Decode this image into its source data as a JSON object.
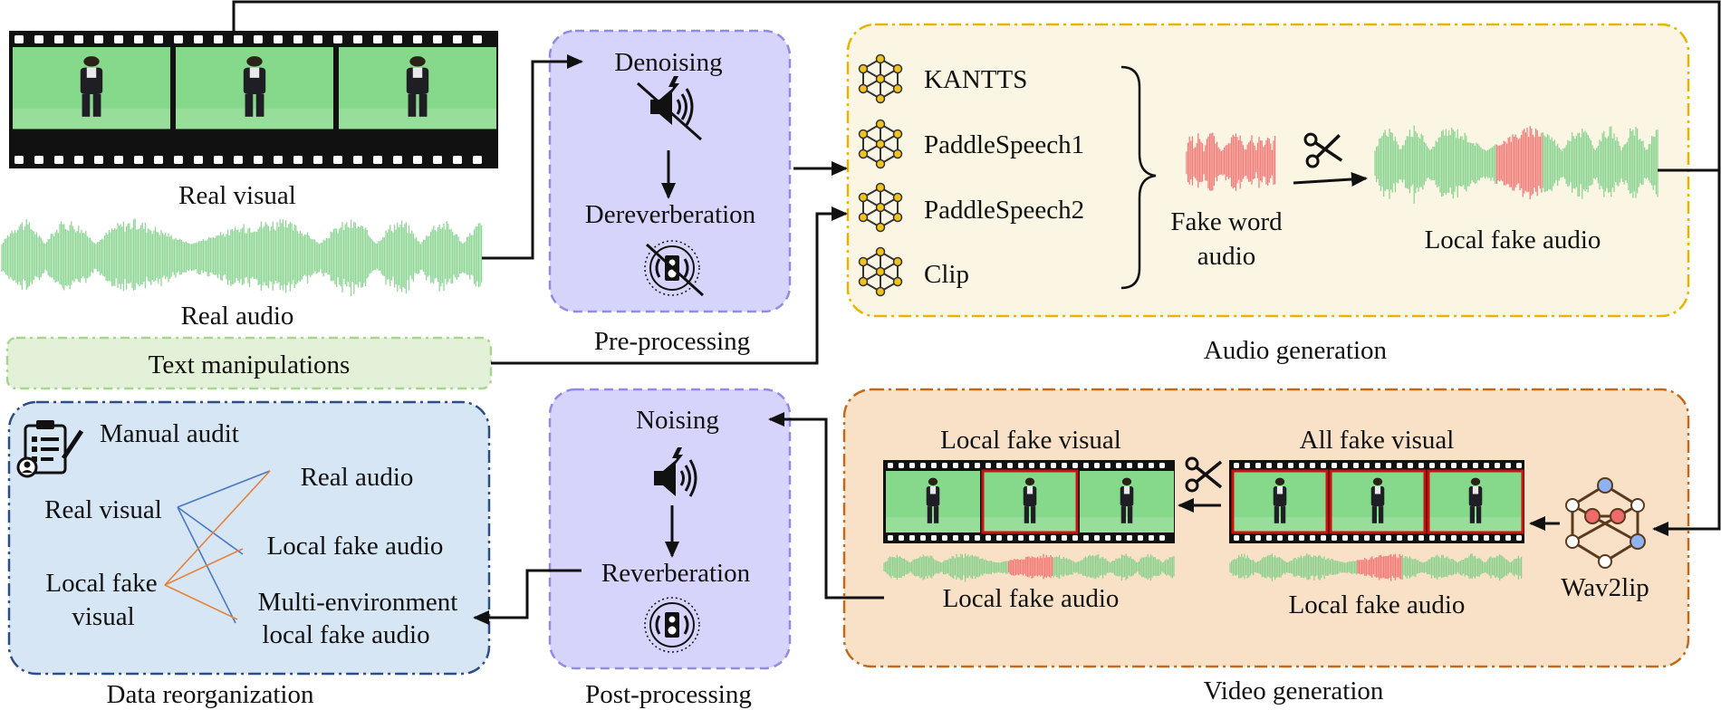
{
  "inputs": {
    "real_visual": "Real visual",
    "real_audio": "Real audio",
    "text_manipulations": "Text manipulations"
  },
  "preprocessing": {
    "denoising": "Denoising",
    "dereverberation": "Dereverberation",
    "caption": "Pre-processing"
  },
  "audio_generation": {
    "models": [
      "KANTTS",
      "PaddleSpeech1",
      "PaddleSpeech2",
      "Clip"
    ],
    "fake_word_audio": [
      "Fake word",
      "audio"
    ],
    "local_fake_audio": "Local fake audio",
    "caption": "Audio generation"
  },
  "video_generation": {
    "local_fake_visual": "Local fake visual",
    "all_fake_visual": "All fake visual",
    "local_fake_audio_left": "Local fake audio",
    "local_fake_audio_right": "Local fake audio",
    "wav2lip": "Wav2lip",
    "caption": "Video generation"
  },
  "postprocessing": {
    "noising": "Noising",
    "reverberation": "Reverberation",
    "caption": "Post-processing"
  },
  "data_reorganization": {
    "manual_audit": "Manual audit",
    "real_visual": "Real visual",
    "local_fake_visual": [
      "Local fake",
      "visual"
    ],
    "real_audio": "Real audio",
    "local_fake_audio": "Local fake audio",
    "multi_env": [
      "Multi-environment",
      "local fake audio"
    ],
    "caption": "Data reorganization"
  },
  "colors": {
    "green_wave": "#7ccf86",
    "red_wave": "#f06a6a",
    "pre_post_fill": "#d6d4fb",
    "pre_post_border": "#8f8be6",
    "audio_gen_fill": "#fbf6e4",
    "audio_gen_border": "#e8b400",
    "video_gen_fill": "#f9e1c7",
    "video_gen_border": "#c26a1c",
    "reorg_fill": "#d6e6f5",
    "reorg_border": "#2c4d85",
    "text_manip_fill": "#e3f1d8",
    "text_manip_border": "#a8d590",
    "graph_node_yellow": "#f2c21e",
    "blue_line": "#4a78c0",
    "orange_line": "#e5823a"
  },
  "icons": [
    "film-strip-icon",
    "speaker-muted-icon",
    "speaker-icon",
    "neural-network-icon",
    "scissors-icon",
    "clipboard-audit-icon",
    "waveform-icon"
  ]
}
